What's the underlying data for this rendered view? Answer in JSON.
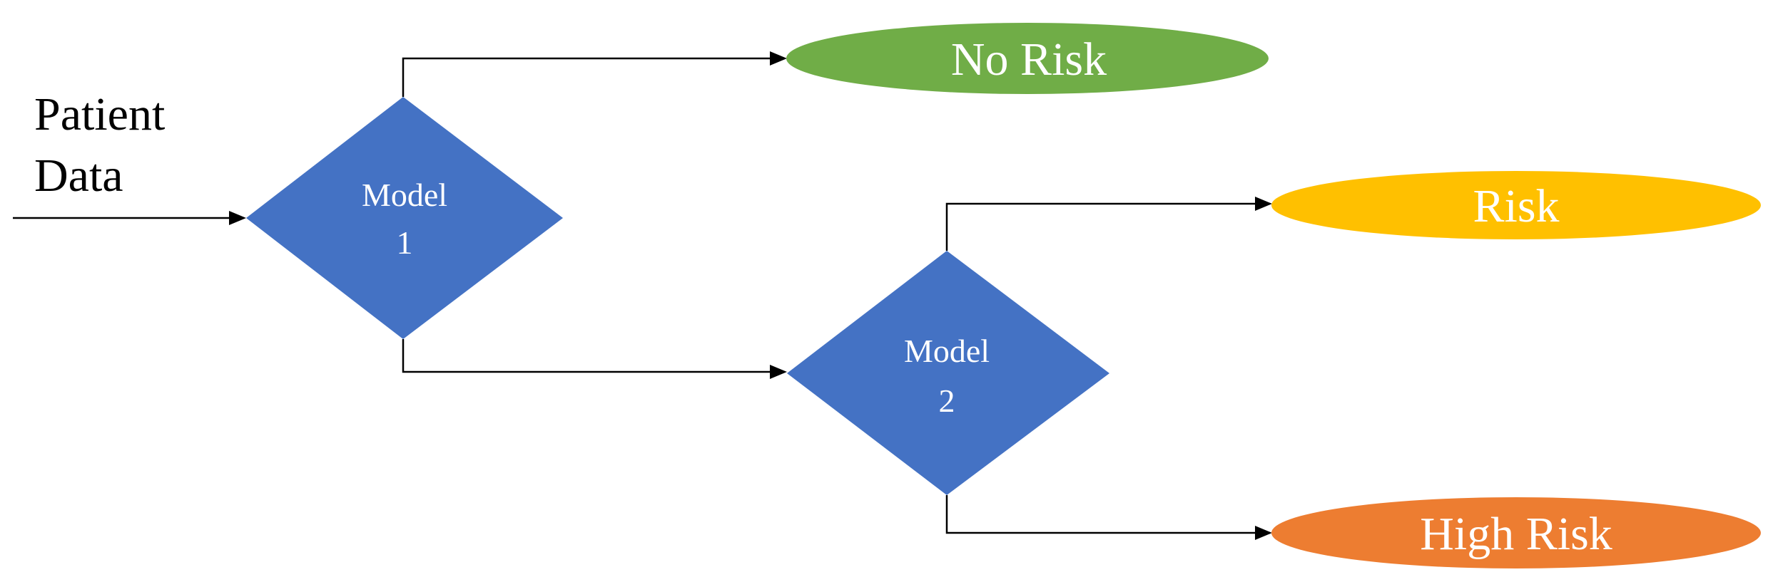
{
  "input": {
    "line1": "Patient",
    "line2": "Data"
  },
  "decisions": {
    "model1": {
      "line1": "Model",
      "line2": "1"
    },
    "model2": {
      "line1": "Model",
      "line2": "2"
    }
  },
  "outcomes": {
    "no_risk": {
      "label": "No Risk",
      "color": "#70AD47"
    },
    "risk": {
      "label": "Risk",
      "color": "#FFC000"
    },
    "high_risk": {
      "label": "High Risk",
      "color": "#ED7D31"
    }
  },
  "colors": {
    "decision_fill": "#4472C4",
    "connector": "#000000",
    "label_text": "#FFFFFF"
  }
}
